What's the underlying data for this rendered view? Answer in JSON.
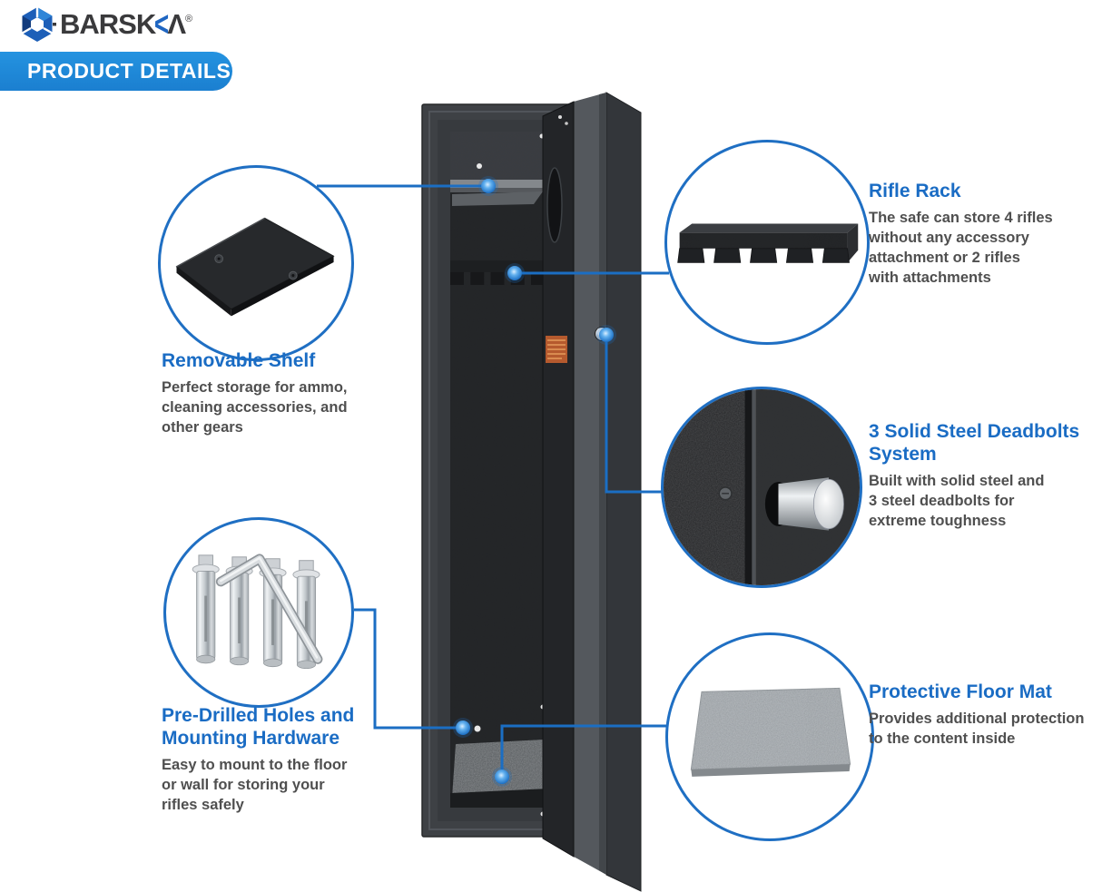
{
  "header": {
    "brand_prefix": "BARSK",
    "brand_chevron": "<",
    "brand_suffix": "Λ",
    "registered_mark": "®",
    "banner": "PRODUCT DETAILS"
  },
  "colors": {
    "accent_blue": "#1a6cc4",
    "banner_blue": "#1e87d4",
    "connector_blue": "#1b6ec3",
    "body_text_gray": "#4f4f4f",
    "safe_body_gray": "#3e4145",
    "label_orange": "#b55a2e"
  },
  "illustrations": {
    "logo_icon": "barska-aperture-icon",
    "safe": "gun-safe-open-door-illustration",
    "shelf": "removable-shelf-illustration",
    "rack": "rifle-rack-illustration",
    "deadbolt": "deadbolt-closeup-illustration",
    "mounting": "anchor-bolts-hex-key-illustration",
    "mat": "floor-mat-illustration"
  },
  "callouts": [
    {
      "id": "removable-shelf",
      "title": "Removable Shelf",
      "description": "Perfect storage for ammo,\ncleaning accessories, and\nother gears"
    },
    {
      "id": "rifle-rack",
      "title": "Rifle Rack",
      "description": "The safe can store 4 rifles\nwithout any accessory\nattachment or 2 rifles\nwith attachments"
    },
    {
      "id": "deadbolts",
      "title": "3 Solid Steel Deadbolts\nSystem",
      "description": "Built with solid steel and\n3 steel deadbolts for\nextreme toughness"
    },
    {
      "id": "mounting-hardware",
      "title": "Pre-Drilled Holes and\nMounting Hardware",
      "description": "Easy to mount to the floor\nor wall for storing your\nrifles safely"
    },
    {
      "id": "floor-mat",
      "title": "Protective Floor Mat",
      "description": "Provides additional protection\nto the content inside"
    }
  ]
}
